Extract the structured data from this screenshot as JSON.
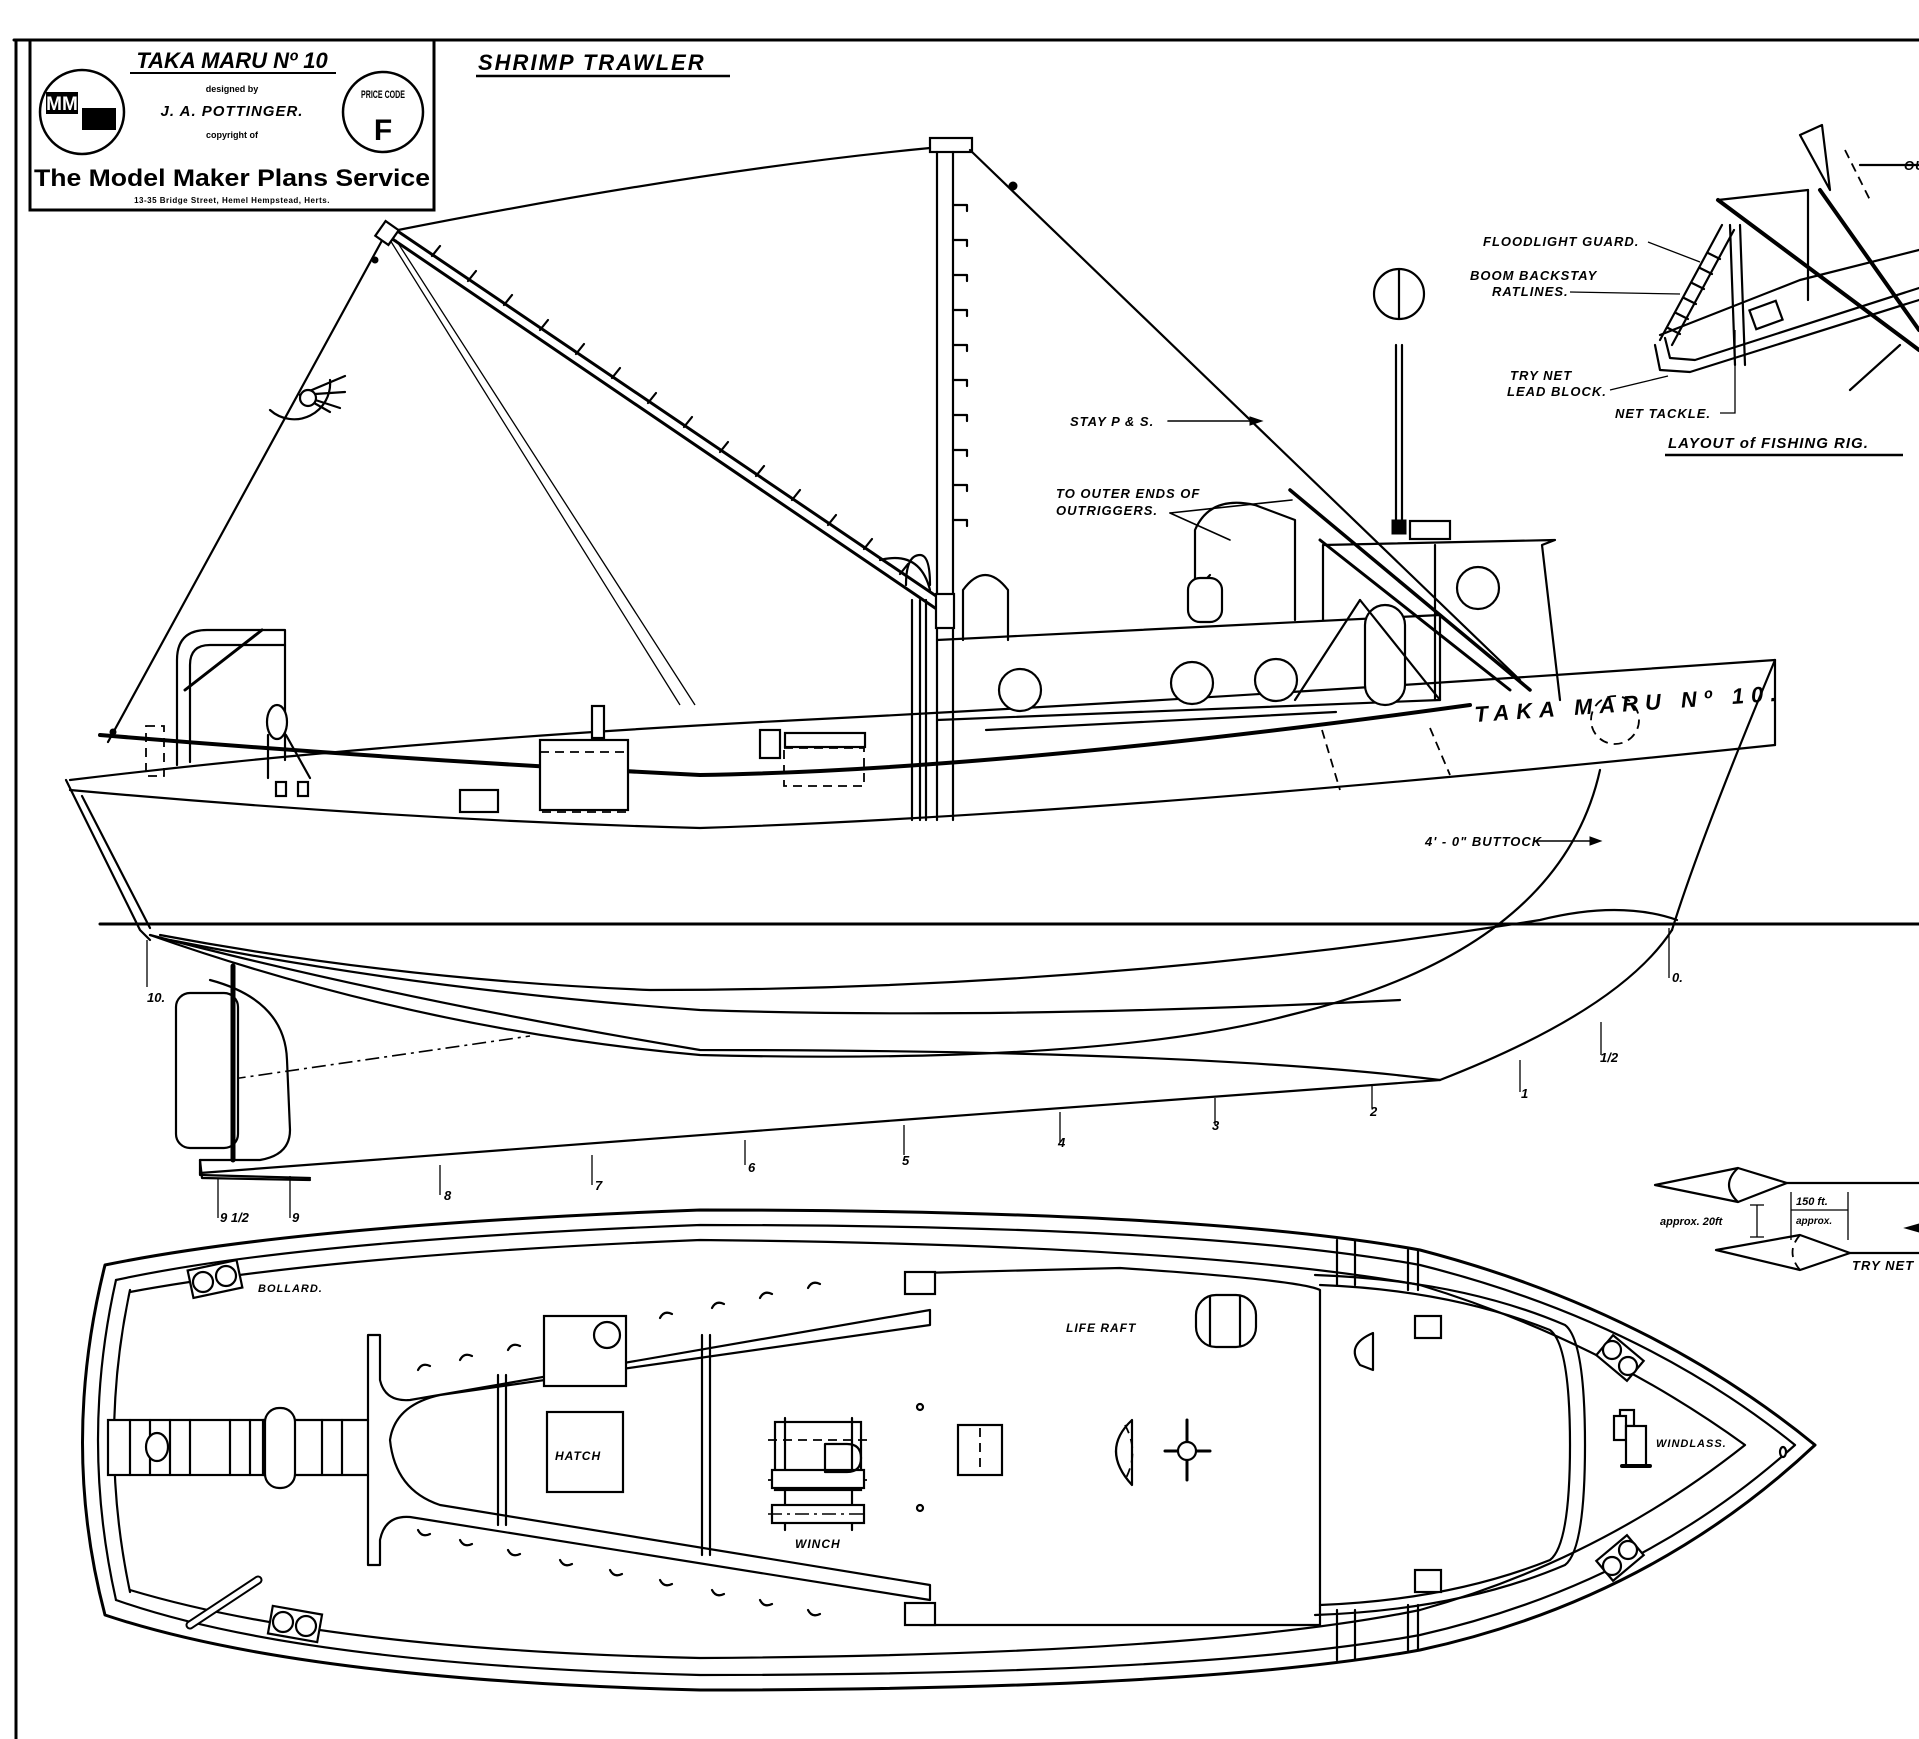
{
  "title_block": {
    "vessel_name": "TAKA MARU Nº 10",
    "designed_by_label": "designed by",
    "designer": "J. A. POTTINGER.",
    "copyright_label": "copyright of",
    "publisher": "The Model Maker Plans Service",
    "address": "13-35 Bridge Street, Hemel Hempstead, Herts.",
    "logo_text": "MM",
    "price_code_label": "PRICE CODE",
    "price_code": "F"
  },
  "drawing_title": "SHRIMP TRAWLER",
  "profile_view": {
    "hull_lettering": "TAKA MARU Nº 10.",
    "callouts": {
      "stay": "STAY P & S.",
      "outriggers_line1": "TO OUTER ENDS OF",
      "outriggers_line2": "OUTRIGGERS.",
      "buttock": "4' - 0\" BUTTOCK"
    },
    "stations": [
      "10.",
      "9 1/2",
      "9",
      "8",
      "7",
      "6",
      "5",
      "4",
      "3",
      "2",
      "1",
      "1/2",
      "0."
    ]
  },
  "fishing_rig_inset": {
    "title": "LAYOUT of FISHING RIG.",
    "callouts": {
      "floodlight_guard": "FLOODLIGHT GUARD.",
      "boom_backstay_line1": "BOOM BACKSTAY",
      "boom_backstay_line2": "RATLINES.",
      "try_net_line1": "TRY NET",
      "try_net_line2": "LEAD BLOCK.",
      "net_tackle": "NET TACKLE.",
      "outriggers_cut": "OU"
    }
  },
  "net_diagram": {
    "spacing_label": "approx. 20ft",
    "distance_value": "150 ft.",
    "distance_note": "approx.",
    "try_net_label": "TRY NET"
  },
  "plan_view": {
    "labels": {
      "bollard": "BOLLARD.",
      "hatch": "HATCH",
      "winch": "WINCH",
      "life_raft": "LIFE RAFT",
      "windlass": "WINDLASS."
    }
  },
  "colors": {
    "ink": "#000000",
    "paper": "#ffffff"
  }
}
